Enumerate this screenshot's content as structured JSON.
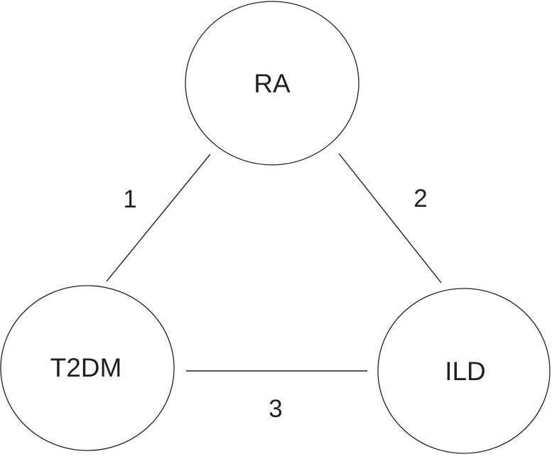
{
  "diagram": {
    "type": "node-edge-graph",
    "background_color": "#ffffff",
    "stroke_color": "#231f20",
    "text_color": "#231f20",
    "nodes": [
      {
        "id": "ra",
        "label": "RA",
        "position": "top-center"
      },
      {
        "id": "t2dm",
        "label": "T2DM",
        "position": "bottom-left"
      },
      {
        "id": "ild",
        "label": "ILD",
        "position": "bottom-right"
      }
    ],
    "edges": [
      {
        "id": "edge-1",
        "label": "1",
        "from": "RA",
        "to": "T2DM"
      },
      {
        "id": "edge-2",
        "label": "2",
        "from": "RA",
        "to": "ILD"
      },
      {
        "id": "edge-3",
        "label": "3",
        "from": "T2DM",
        "to": "ILD"
      }
    ]
  }
}
